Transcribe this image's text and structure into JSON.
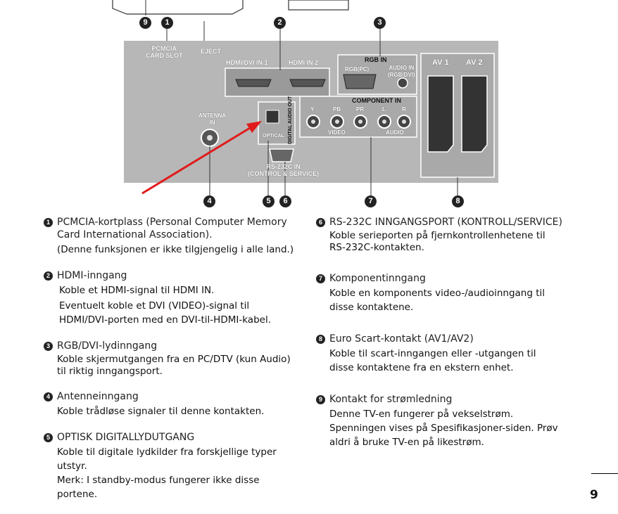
{
  "diagram": {
    "labels": {
      "pcmcia": "PCMCIA\nCARD SLOT",
      "eject": "EJECT",
      "hdmi1": "HDMI/DVI IN 1",
      "hdmi2": "HDMI IN 2",
      "rgb_in": "RGB IN",
      "rgb_pc": "RGB(PC)",
      "audio_in": "AUDIO IN\n(RGB/DVI)",
      "component_in": "COMPONENT IN",
      "antenna": "ANTENNA\nIN",
      "optical": "OPTICAL",
      "digital_audio_out": "DIGITAL AUDIO OUT",
      "rs232": "RS-232C IN\n(CONTROL & SERVICE)",
      "av1": "AV 1",
      "av2": "AV 2",
      "y": "Y",
      "pb": "PB",
      "pr": "PR",
      "l": "L",
      "r": "R",
      "video": "VIDEO",
      "audio": "AUDIO"
    },
    "callouts": [
      "9",
      "1",
      "2",
      "3",
      "4",
      "5",
      "6",
      "7",
      "8"
    ]
  },
  "left_items": [
    {
      "num": "1",
      "title": "PCMCIA-kortplass (Personal Computer Memory Card International Association).",
      "lines": [
        "(Denne funksjonen er ikke tilgjengelig i alle land.)"
      ]
    },
    {
      "num": "2",
      "title": "HDMI-inngang",
      "lines": [
        "Koble et HDMI-signal til HDMI IN.",
        "Eventuelt koble et DVI (VIDEO)-signal til HDMI/DVI-porten med en DVI-til-HDMI-kabel."
      ]
    },
    {
      "num": "3",
      "title": "RGB/DVI-lydinngang",
      "lines": [
        "Koble skjermutgangen fra en PC/DTV (kun Audio) til riktig inngangsport."
      ]
    },
    {
      "num": "4",
      "title": "Antenneinngang",
      "lines": [
        "Koble trådløse signaler til denne kontakten."
      ]
    },
    {
      "num": "5",
      "title": "OPTISK DIGITALLYDUTGANG",
      "lines": [
        "Koble til digitale lydkilder fra forskjellige typer utstyr.",
        "Merk: I standby-modus fungerer ikke disse portene."
      ]
    }
  ],
  "right_items": [
    {
      "num": "6",
      "title": "RS-232C INNGANGSPORT (KONTROLL/SERVICE)",
      "lines": [
        "Koble serieporten på fjernkontrollenhetene til RS-232C-kontakten."
      ]
    },
    {
      "num": "7",
      "title": "Komponentinngang",
      "lines": [
        "Koble en komponents video-/audioinngang til disse kontaktene."
      ]
    },
    {
      "num": "8",
      "title": "Euro Scart-kontakt (AV1/AV2)",
      "lines": [
        "Koble til scart-inngangen eller -utgangen til disse kontaktene fra en ekstern enhet."
      ]
    },
    {
      "num": "9",
      "title": "Kontakt for strømledning",
      "lines": [
        "Denne TV-en fungerer på vekselstrøm. Spenningen vises på Spesifikasjoner-siden. Prøv aldri å bruke TV-en på likestrøm."
      ]
    }
  ],
  "page_number": "9",
  "colors": {
    "panel": "#b7b7b7",
    "arrow": "#e11b1b",
    "dark": "#222222"
  }
}
